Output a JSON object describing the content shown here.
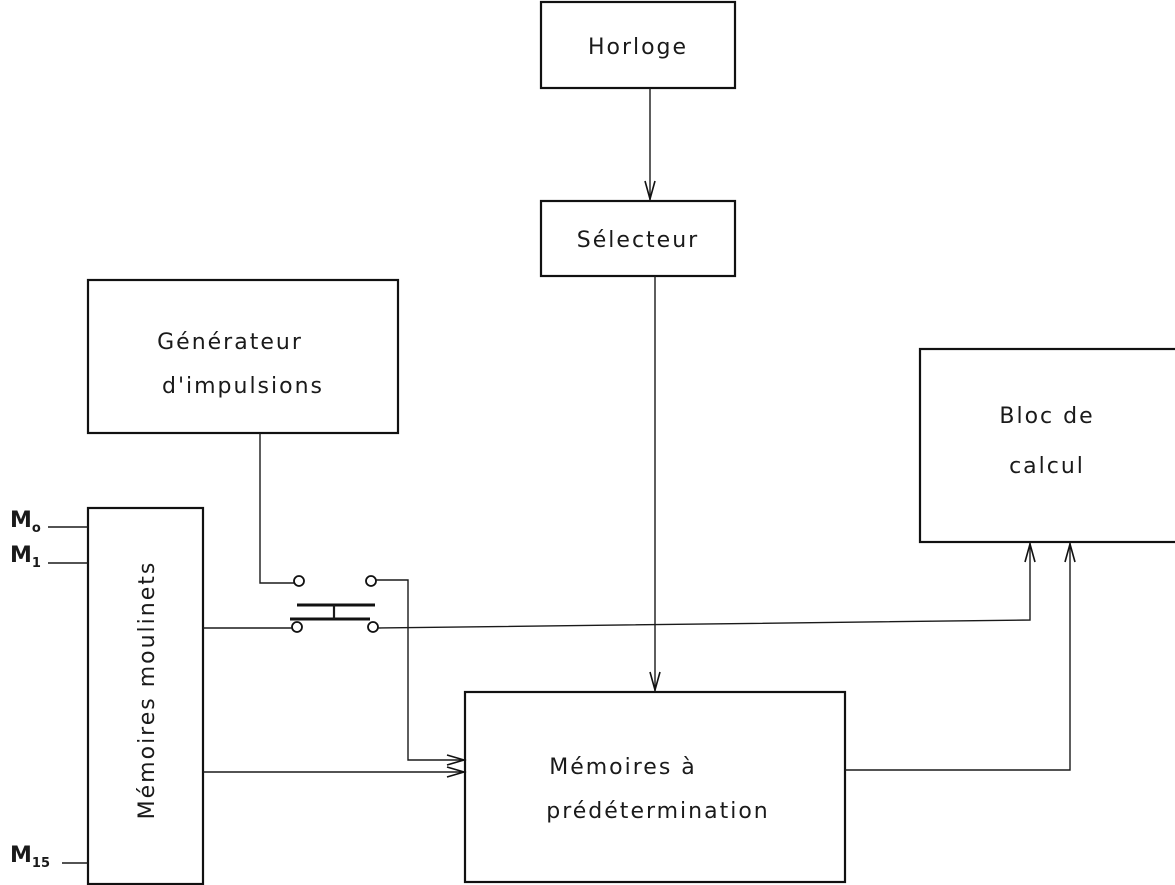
{
  "blocks": {
    "horloge": "Horloge",
    "selecteur": "Sélecteur",
    "generateur_line1": "Générateur",
    "generateur_line2": "d'impulsions",
    "bloc_calcul_line1": "Bloc de",
    "bloc_calcul_line2": "calcul",
    "memoires_moulinets": "Mémoires moulinets",
    "memoires_predet_line1": "Mémoires à",
    "memoires_predet_line2": "prédétermination"
  },
  "inputs": [
    {
      "base": "M",
      "sub": "o"
    },
    {
      "base": "M",
      "sub": "1"
    },
    {
      "base": "M",
      "sub": "15"
    }
  ]
}
